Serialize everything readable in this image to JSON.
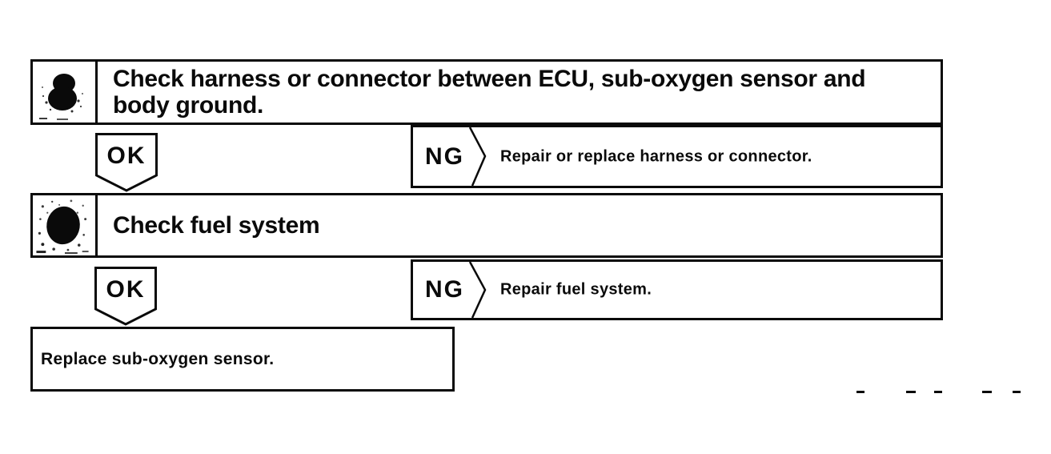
{
  "flowchart": {
    "colors": {
      "ink": "#0a0a0a",
      "paper": "#ffffff"
    },
    "icons": {
      "step_badge": "ink-blot-icon",
      "ng_connector": "chevron-right-icon",
      "ok_connector": "pentagon-down-shape"
    },
    "steps": [
      {
        "title": "Check harness or connector between ECU, sub-oxygen sensor and body ground.",
        "ok_label": "OK",
        "ng_label": "NG",
        "ng_action": "Repair or replace harness or connector."
      },
      {
        "title": "Check fuel system",
        "ok_label": "OK",
        "ng_label": "NG",
        "ng_action": "Repair fuel system."
      }
    ],
    "final_action": "Replace sub-oxygen sensor.",
    "artifacts": {
      "dash_marks_bottom_right": 5
    }
  }
}
